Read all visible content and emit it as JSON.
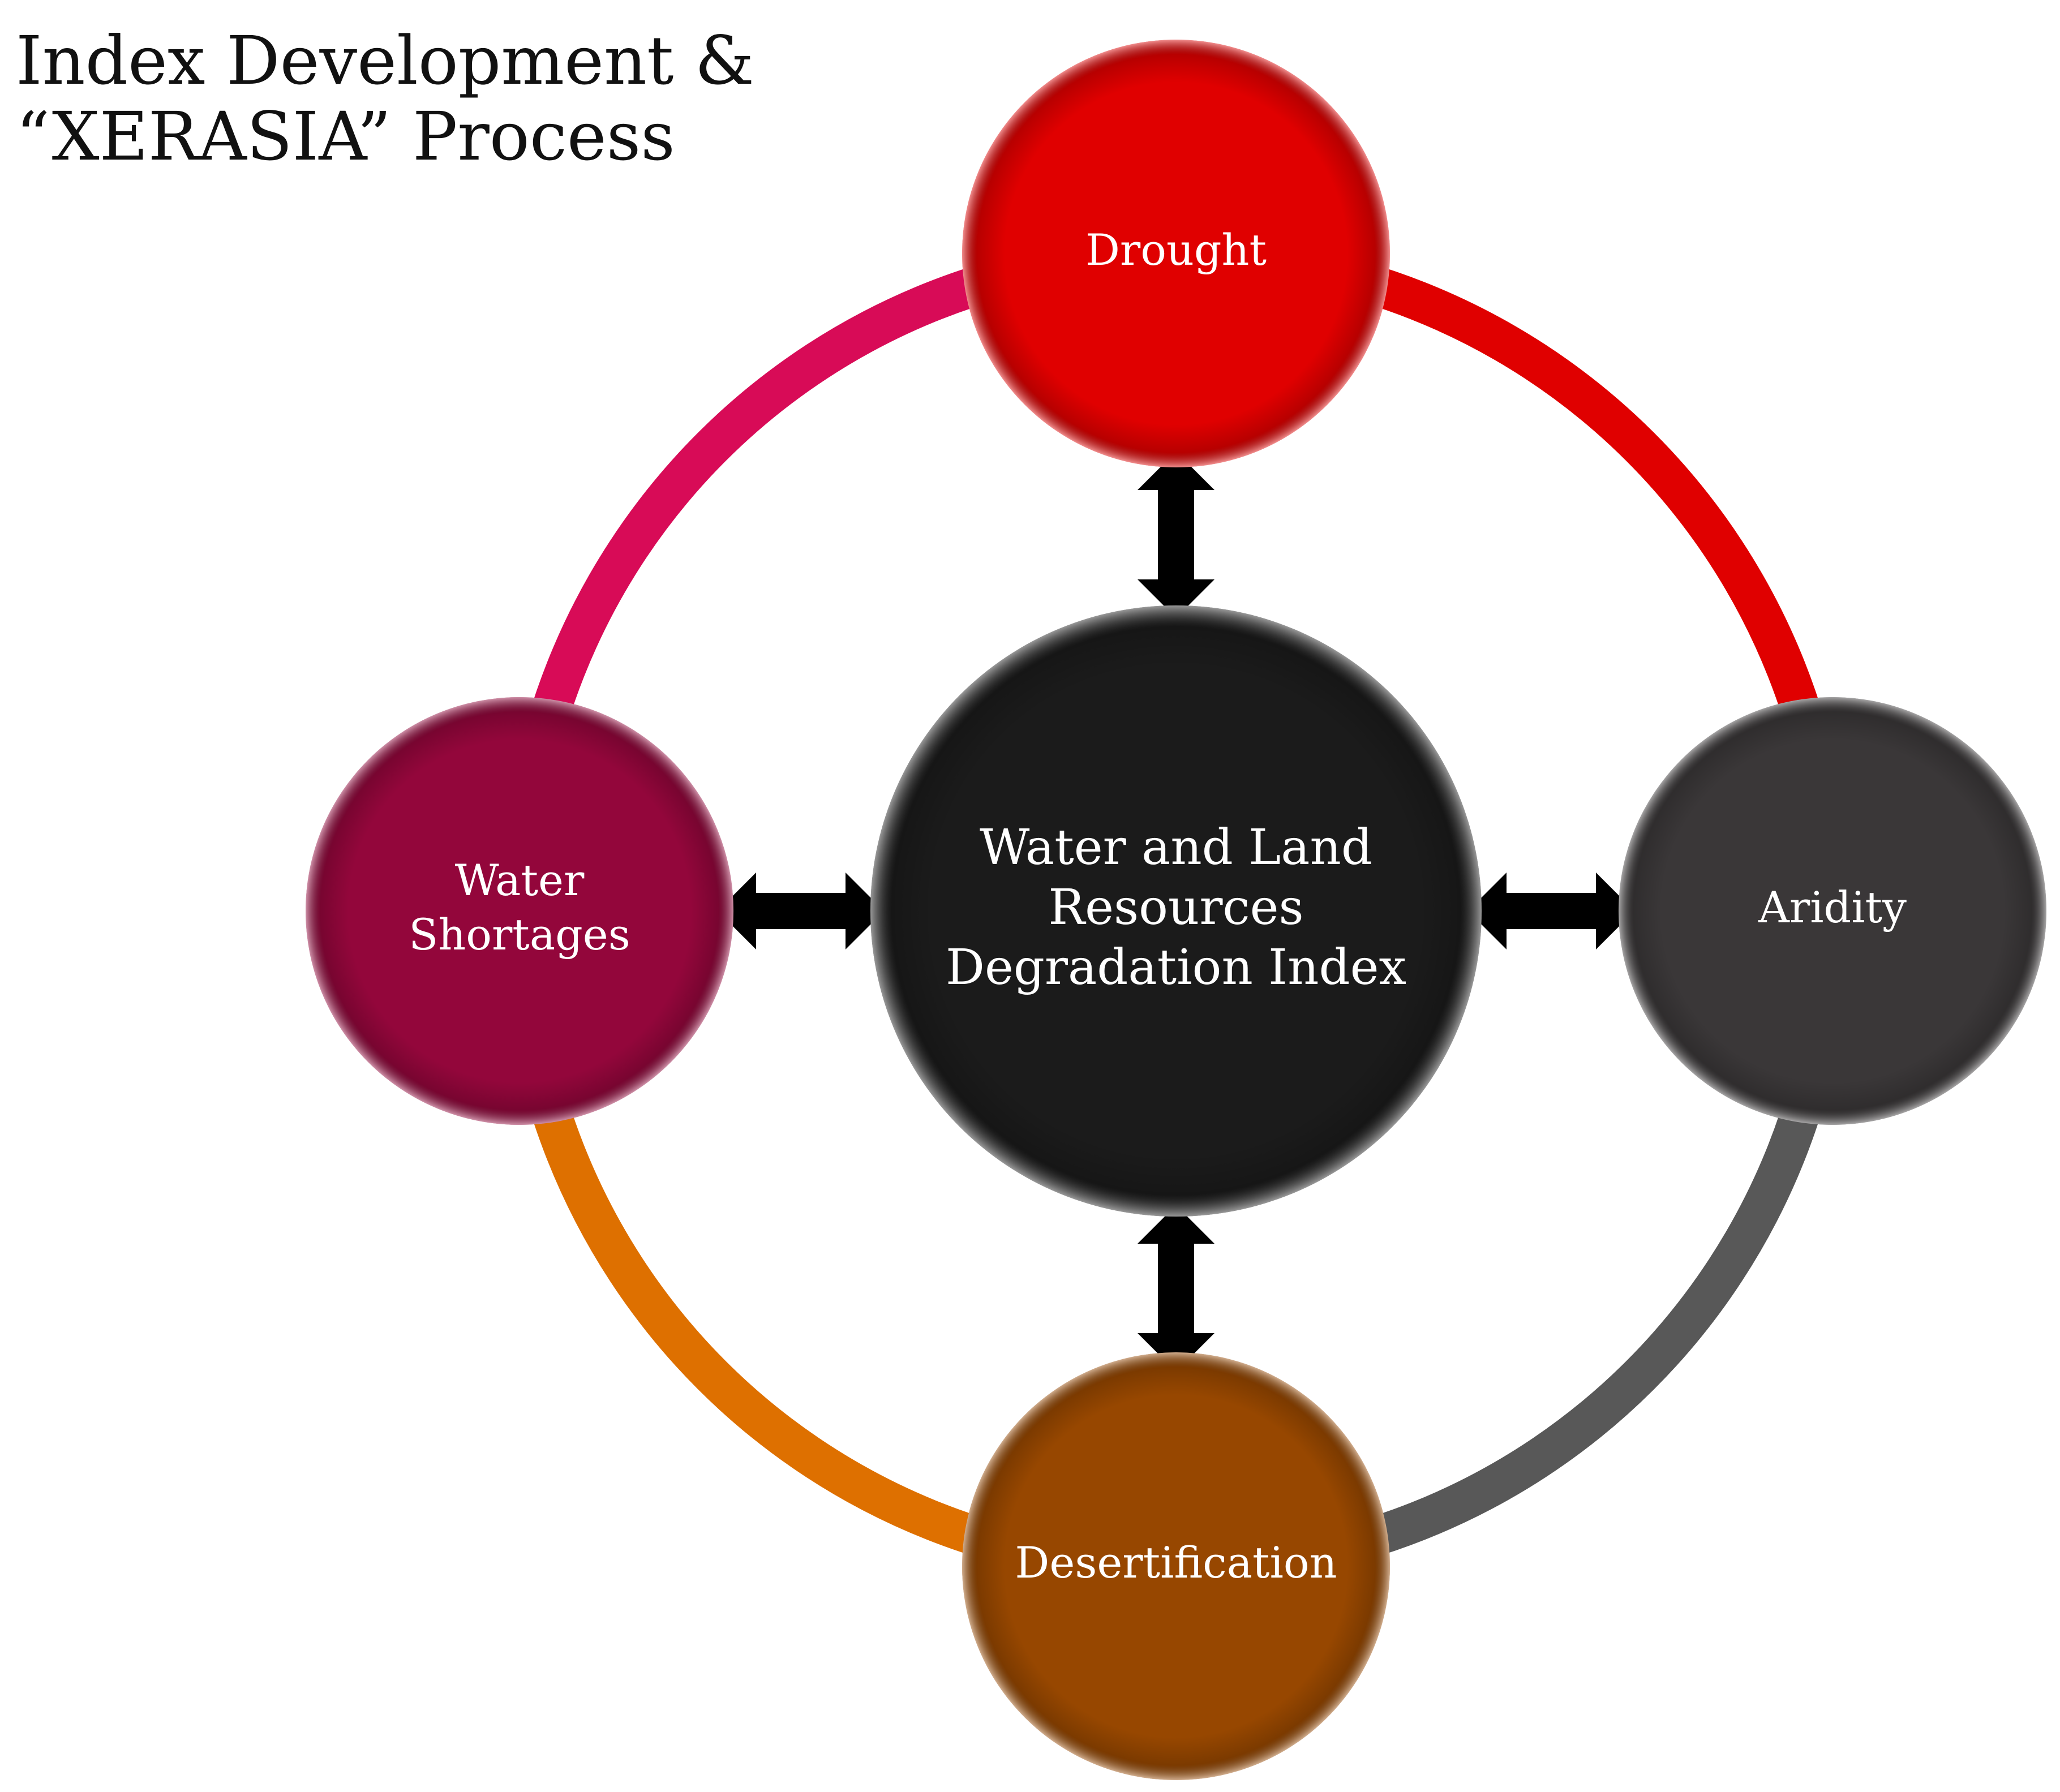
{
  "title": {
    "line1": "Index Development &",
    "line2": "“XERASIA” Process"
  },
  "center": {
    "lines": [
      "Water and Land",
      "Resources",
      "Degradation Index"
    ],
    "color": "#1b1b1b"
  },
  "nodes": {
    "drought": {
      "lines": [
        "Drought"
      ],
      "color": "#e00000"
    },
    "aridity": {
      "lines": [
        "Aridity"
      ],
      "color": "#3a3738"
    },
    "desertification": {
      "lines": [
        "Desertification"
      ],
      "color": "#974700"
    },
    "water_shortages": {
      "lines": [
        "Water",
        "Shortages"
      ],
      "color": "#93063b"
    }
  },
  "ring_colors": {
    "drought_to_aridity": "#e00000",
    "aridity_to_desertification": "#585858",
    "desertification_to_water_shortages": "#de7000",
    "water_shortages_to_drought": "#d80b57"
  }
}
